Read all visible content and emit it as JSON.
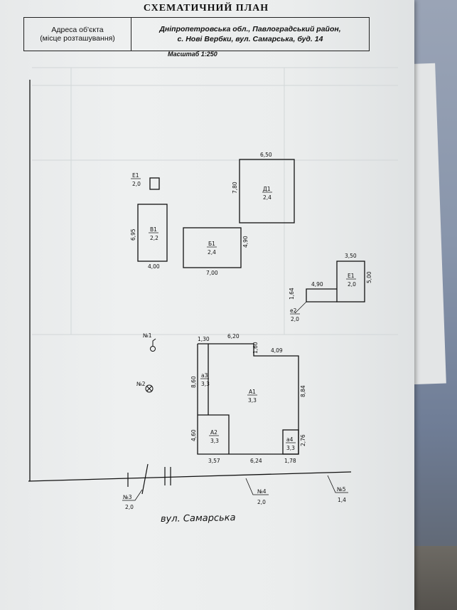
{
  "title": "СХЕМАТИЧНИЙ ПЛАН",
  "address": {
    "label_line1": "Адреса об'єкта",
    "label_line2": "(місце розташування)",
    "value_line1": "Дніпропетровська обл., Павлоградський район,",
    "value_line2": "с. Нові Вербки, вул. Самарська, буд. 14"
  },
  "scale": "Масштаб 1:250",
  "street_name": "вул. Самарська",
  "buildings": [
    {
      "id": "E1_small",
      "name": "Е1",
      "height": "2,0"
    },
    {
      "id": "D1",
      "name": "Д1",
      "height": "2,4",
      "width_label": "6,50",
      "depth_label": "7,80"
    },
    {
      "id": "V1",
      "name": "В1",
      "height": "2,2",
      "width_label": "4,00",
      "depth_label": "6,95"
    },
    {
      "id": "B1",
      "name": "Б1",
      "height": "2,4",
      "width_label": "7,00",
      "depth_label": "4,90"
    },
    {
      "id": "E1_right",
      "name": "Е1",
      "height": "2,0",
      "width_label": "3,50",
      "depth_label": "5,00"
    },
    {
      "id": "e2",
      "name": "е2",
      "height": "2,0",
      "width_label": "4,90",
      "depth_label": "1,64"
    },
    {
      "id": "A1",
      "name": "А1",
      "height": "3,3"
    },
    {
      "id": "a3",
      "name": "а3",
      "height": "3,3"
    },
    {
      "id": "A2",
      "name": "А2",
      "height": "3,3"
    },
    {
      "id": "a4",
      "name": "а4",
      "height": "3,3"
    }
  ],
  "house_dimensions": {
    "top_left": "1,30",
    "top": "6,20",
    "notch_depth": "1,60",
    "notch_width": "4,09",
    "left_upper": "8,60",
    "left_lower": "4,60",
    "right": "8,84",
    "right_lower": "2,76",
    "bottom_left": "3,57",
    "bottom_mid": "6,24",
    "bottom_right": "1,78"
  },
  "markers": [
    {
      "label": "№1"
    },
    {
      "label": "№2"
    }
  ],
  "fence_gates": [
    {
      "label": "№3",
      "height": "2,0"
    },
    {
      "label": "№4",
      "height": "2,0"
    },
    {
      "label": "№5",
      "height": "1,4"
    }
  ],
  "colors": {
    "ink": "#111111",
    "paper": "#eceeee",
    "ghost": "#bfc4c6"
  }
}
